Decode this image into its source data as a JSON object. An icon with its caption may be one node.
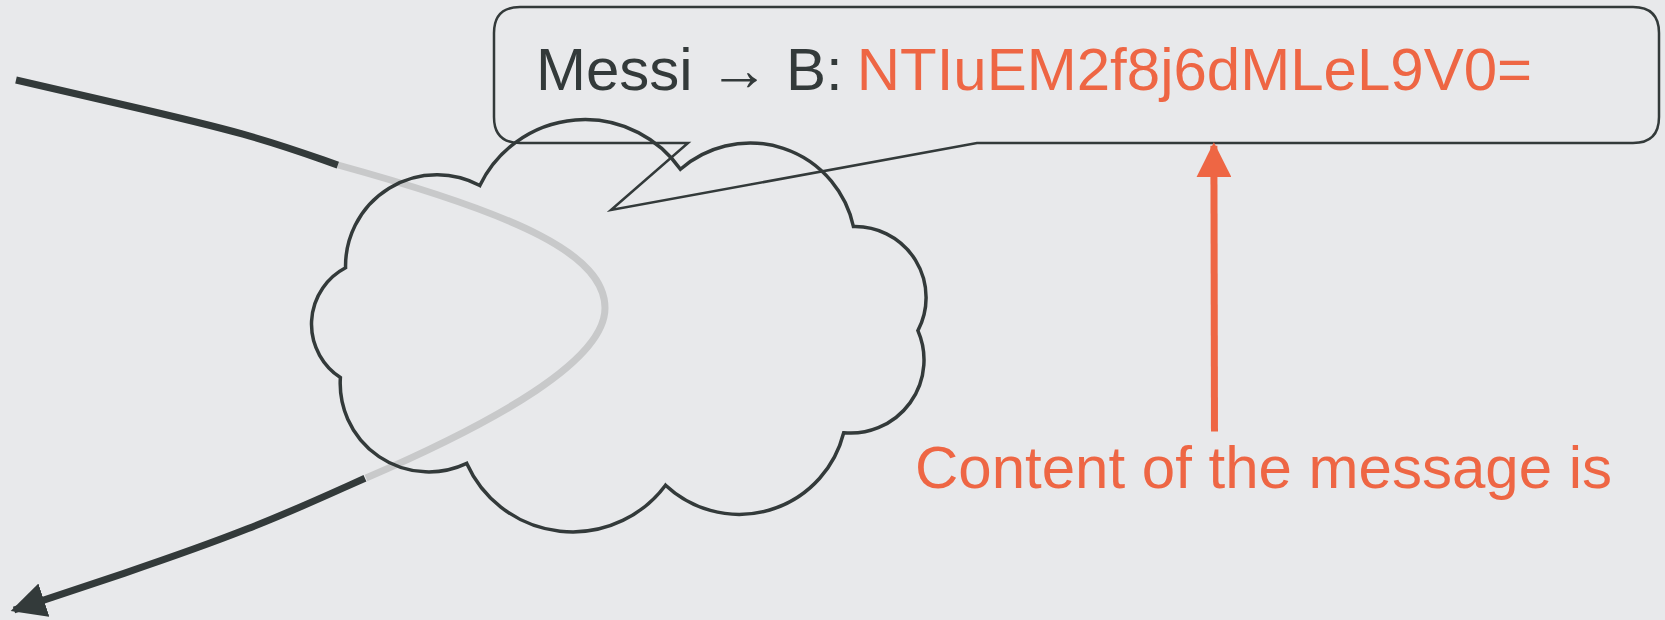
{
  "diagram": {
    "nodes": [
      {
        "text": [
          "Messi → B:",
          "NTIuEM2f8j6dMLeL9V0="
        ]
      },
      {
        "text": [],
        "shape": "cloud"
      },
      {
        "text": [
          "Content of the message is"
        ]
      }
    ],
    "edges": [
      {
        "from": null,
        "to": 1,
        "arrow": "none"
      },
      {
        "from": 1,
        "to": null,
        "arrow": "to"
      },
      {
        "from": 2,
        "to": 0,
        "arrow": "to",
        "color": "#ee6644"
      }
    ]
  }
}
